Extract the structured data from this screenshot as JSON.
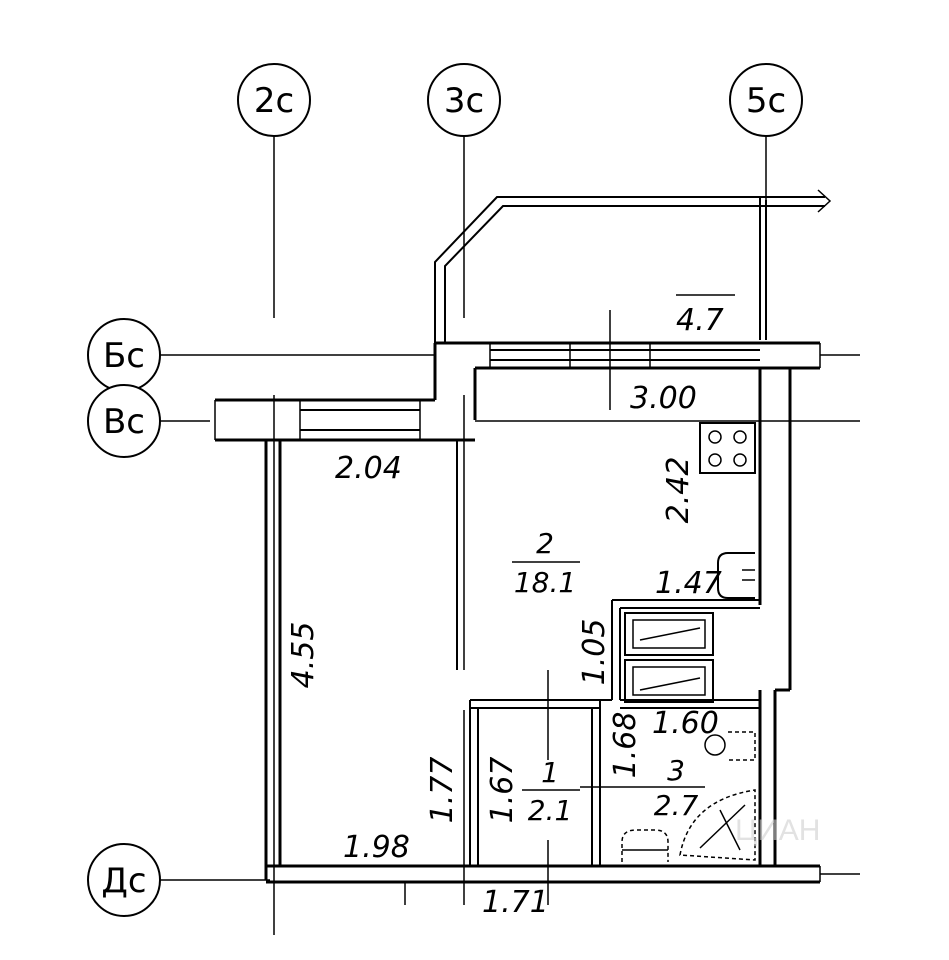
{
  "axes": {
    "a2c": "2с",
    "a3c": "3с",
    "a5c": "5с",
    "bc": "Бс",
    "vc": "Вс",
    "dc": "Дс"
  },
  "dimensions": {
    "balcony_width": "4.7",
    "top_width": "3.00",
    "bedroom_width": "2.04",
    "kitchen_wall": "2.42",
    "counter": "1.47",
    "bedroom_length": "4.55",
    "wardrobe": "1.05",
    "hall_wall": "1.77",
    "bottom_width": "1.98",
    "wc_height": "1.67",
    "bath_wall": "1.68",
    "bath_width": "1.60",
    "bottom_partial": "1.71"
  },
  "rooms": {
    "r2_num": "2",
    "r2_area": "18.1",
    "r1_num": "1",
    "r1_area": "2.1",
    "r3_num": "3",
    "r3_area": "2.7"
  },
  "watermark": "ЦИАН"
}
